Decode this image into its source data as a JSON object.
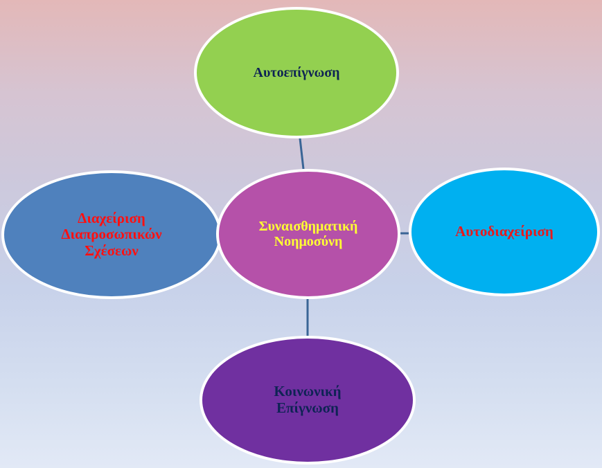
{
  "diagram": {
    "nodes": [
      {
        "id": "center",
        "label": "Συναισθηματική\nΝοημοσύνη",
        "fill": "#b551a9",
        "text_color": "#ffff33"
      },
      {
        "id": "top",
        "label": "Αυτοεπίγνωση",
        "fill": "#93d050",
        "text_color": "#0e2354"
      },
      {
        "id": "right",
        "label": "Αυτοδιαχείριση",
        "fill": "#00b0f0",
        "text_color": "#e8191c"
      },
      {
        "id": "left",
        "label": "Διαχείριση\nΔιαπροσωπικών\nΣχέσεων",
        "fill": "#4f81bd",
        "text_color": "#ff1010"
      },
      {
        "id": "bottom",
        "label": "Κοινωνική\nΕπίγνωση",
        "fill": "#7030a0",
        "text_color": "#0e2354"
      }
    ],
    "edges": [
      {
        "from": "center",
        "to": "top"
      },
      {
        "from": "center",
        "to": "right"
      },
      {
        "from": "center",
        "to": "bottom"
      }
    ],
    "line_color": "#3a6596",
    "node_border_color": "#ffffff"
  }
}
